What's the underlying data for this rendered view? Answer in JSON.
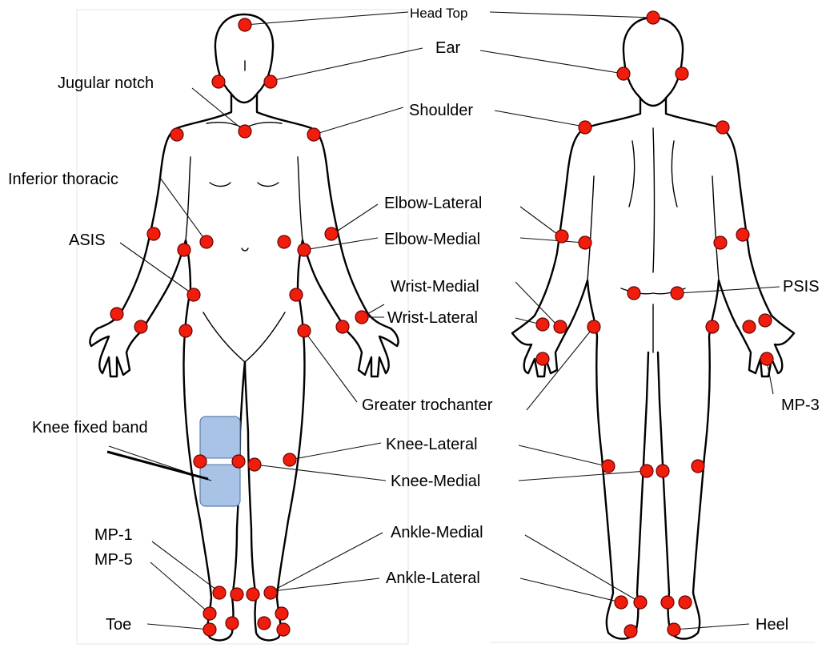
{
  "labels": {
    "head_top": "Head Top",
    "ear": "Ear",
    "jugular_notch": "Jugular notch",
    "shoulder": "Shoulder",
    "inferior_thoracic": "Inferior thoracic",
    "elbow_lateral": "Elbow-Lateral",
    "asis": "ASIS",
    "elbow_medial": "Elbow-Medial",
    "wrist_medial": "Wrist-Medial",
    "psis": "PSIS",
    "wrist_lateral": "Wrist-Lateral",
    "greater_trochanter": "Greater trochanter",
    "mp3": "MP-3",
    "knee_fixed_band": "Knee fixed band",
    "knee_lateral": "Knee-Lateral",
    "knee_medial": "Knee-Medial",
    "mp1": "MP-1",
    "ankle_medial": "Ankle-Medial",
    "mp5": "MP-5",
    "ankle_lateral": "Ankle-Lateral",
    "toe": "Toe",
    "heel": "Heel"
  },
  "colors": {
    "marker_fill": "#f01d0c",
    "marker_stroke": "#6a0000",
    "band_fill": "#a9c3e6",
    "band_stroke": "#5a7fb0",
    "outline": "#000000"
  }
}
